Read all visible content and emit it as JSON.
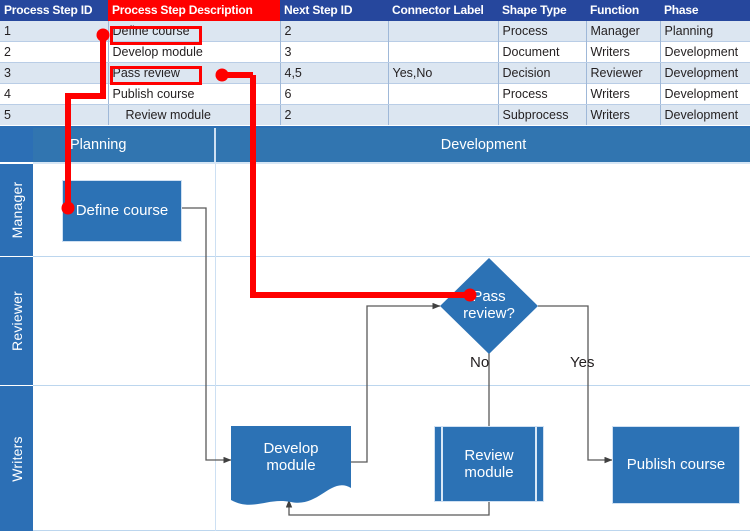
{
  "table": {
    "columns": [
      {
        "key": "id",
        "label": "Process Step ID",
        "highlight": false
      },
      {
        "key": "desc",
        "label": "Process Step Description",
        "highlight": true
      },
      {
        "key": "next",
        "label": "Next Step ID",
        "highlight": false
      },
      {
        "key": "conn",
        "label": "Connector Label",
        "highlight": false
      },
      {
        "key": "shape",
        "label": "Shape Type",
        "highlight": false
      },
      {
        "key": "func",
        "label": "Function",
        "highlight": false
      },
      {
        "key": "phase",
        "label": "Phase",
        "highlight": false
      }
    ],
    "rows": [
      {
        "id": "1",
        "desc": "Define course",
        "next": "2",
        "conn": "",
        "shape": "Process",
        "func": "Manager",
        "phase": "Planning"
      },
      {
        "id": "2",
        "desc": "Develop module",
        "next": "3",
        "conn": "",
        "shape": "Document",
        "func": "Writers",
        "phase": "Development"
      },
      {
        "id": "3",
        "desc": "Pass review",
        "next": "4,5",
        "conn": "Yes,No",
        "shape": "Decision",
        "func": "Reviewer",
        "phase": "Development"
      },
      {
        "id": "4",
        "desc": "Publish course",
        "next": "6",
        "conn": "",
        "shape": "Process",
        "func": "Writers",
        "phase": "Development"
      },
      {
        "id": "5",
        "desc": "Review module",
        "next": "2",
        "conn": "",
        "shape": "Subprocess",
        "func": "Writers",
        "phase": "Development"
      }
    ]
  },
  "diagram": {
    "phases": [
      {
        "name": "Planning"
      },
      {
        "name": "Development"
      }
    ],
    "lanes": [
      {
        "name": "Manager"
      },
      {
        "name": "Reviewer"
      },
      {
        "name": "Writers"
      }
    ],
    "shapes": [
      {
        "id": "define-course",
        "label": "Define course",
        "type": "Process",
        "lane": "Manager",
        "phase": "Planning"
      },
      {
        "id": "pass-review",
        "label_line1": "Pass",
        "label_line2": "review?",
        "label": "Pass review?",
        "type": "Decision",
        "lane": "Reviewer",
        "phase": "Development"
      },
      {
        "id": "develop-module",
        "label_line1": "Develop",
        "label_line2": "module",
        "label": "Develop module",
        "type": "Document",
        "lane": "Writers",
        "phase": "Development"
      },
      {
        "id": "review-module",
        "label_line1": "Review",
        "label_line2": "module",
        "label": "Review module",
        "type": "Subprocess",
        "lane": "Writers",
        "phase": "Development"
      },
      {
        "id": "publish-course",
        "label": "Publish course",
        "type": "Process",
        "lane": "Writers",
        "phase": "Development"
      }
    ],
    "edge_labels": [
      {
        "id": "no",
        "text": "No"
      },
      {
        "id": "yes",
        "text": "Yes"
      }
    ]
  },
  "annotations": {
    "callout_1": {
      "source_cell": "Define course",
      "target_shape": "Define course"
    },
    "callout_2": {
      "source_cell": "Pass review",
      "target_shape": "Pass review?"
    }
  },
  "colors": {
    "table_header": "#26479D",
    "table_header_highlight": "#FF0000",
    "row_alt": "#DCE6F1",
    "shape_fill": "#2C72B5",
    "band_fill": "#3175B0",
    "lane_header_fill": "#2C6FB5",
    "annotation": "#FF0000",
    "connector": "#595959"
  }
}
